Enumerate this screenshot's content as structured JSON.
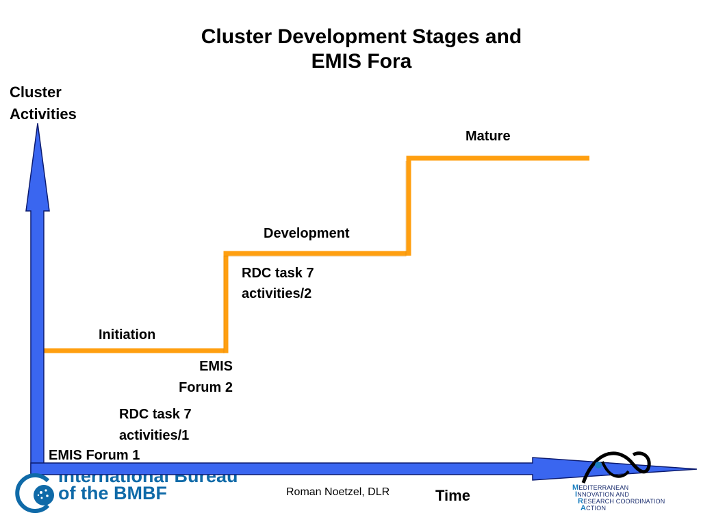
{
  "title": {
    "line1": "Cluster Development Stages and",
    "line2": "EMIS Fora"
  },
  "axes": {
    "y_label_line1": "Cluster",
    "y_label_line2": "Activities",
    "x_label": "Time"
  },
  "stages": {
    "initiation": "Initiation",
    "development": "Development",
    "mature": "Mature"
  },
  "milestones": {
    "emis_forum_1": "EMIS Forum 1",
    "rdc_task_1_line1": "RDC task 7",
    "rdc_task_1_line2": "activities/1",
    "emis_forum_2_line1": "EMIS",
    "emis_forum_2_line2": "Forum 2",
    "rdc_task_2_line1": "RDC task 7",
    "rdc_task_2_line2": "activities/2"
  },
  "footer": {
    "credit": "Roman Noetzel, DLR",
    "ib_logo_line1": "International Bureau",
    "ib_logo_line2": "of the BMBF",
    "mira_line1_initial": "M",
    "mira_line1_rest": "EDITERRANEAN",
    "mira_line2_initial": "I",
    "mira_line2_rest": "NNOVATION AND",
    "mira_line3_initial": "R",
    "mira_line3_rest": "ESEARCH COORDINATION",
    "mira_line4_initial": "A",
    "mira_line4_rest": "CTION"
  },
  "colors": {
    "arrow_blue": "#3a66f0",
    "arrow_outline": "#0b1a6e",
    "stair_orange": "#ff9f10",
    "logo_blue": "#0f6aa8"
  }
}
